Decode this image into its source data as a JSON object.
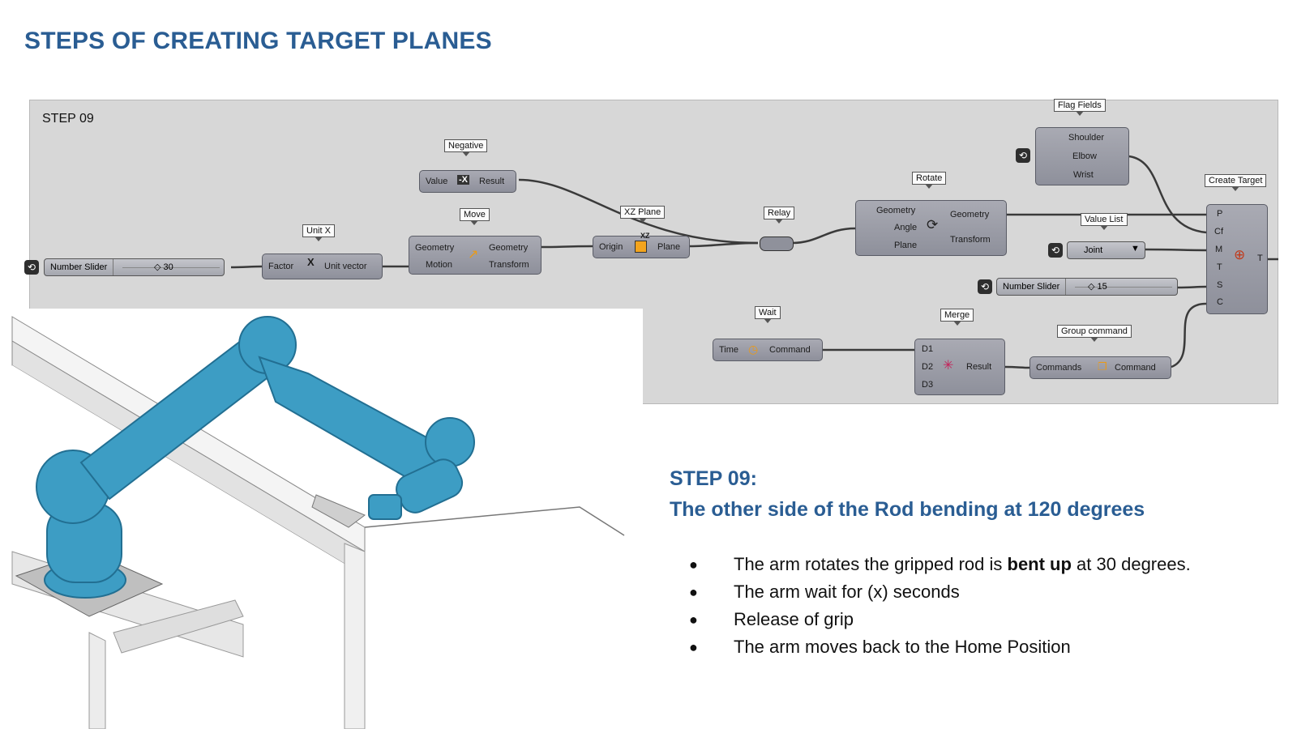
{
  "page": {
    "title": "STEPS OF CREATING TARGET PLANES"
  },
  "canvas": {
    "step_label": "STEP 09",
    "tags": {
      "negative": "Negative",
      "unit_x": "Unit X",
      "move": "Move",
      "xz_plane": "XZ Plane",
      "relay": "Relay",
      "rotate": "Rotate",
      "flag_fields": "Flag Fields",
      "create_target": "Create Target",
      "value_list": "Value List",
      "wait": "Wait",
      "merge": "Merge",
      "group_command": "Group command"
    },
    "components": {
      "number_slider_1": {
        "label": "Number Slider",
        "value": "30"
      },
      "unit_x": {
        "in": "Factor",
        "out": "Unit vector",
        "icon": "X"
      },
      "negative": {
        "in": "Value",
        "out": "Result",
        "icon": "-X"
      },
      "move": {
        "in1": "Geometry",
        "in2": "Motion",
        "out1": "Geometry",
        "out2": "Transform"
      },
      "xz_plane": {
        "in": "Origin",
        "out": "Plane",
        "icon": "XZ"
      },
      "rotate": {
        "in1": "Geometry",
        "in2": "Angle",
        "in3": "Plane",
        "out1": "Geometry",
        "out2": "Transform"
      },
      "flag_fields": {
        "items": [
          "Shoulder",
          "Elbow",
          "Wrist"
        ]
      },
      "value_list": {
        "label": "Joint"
      },
      "number_slider_2": {
        "label": "Number Slider",
        "value": "15"
      },
      "create_target": {
        "inputs": [
          "P",
          "Cf",
          "M",
          "T",
          "S",
          "C"
        ],
        "out": "T"
      },
      "wait": {
        "in": "Time",
        "out": "Command"
      },
      "merge": {
        "inputs": [
          "D1",
          "D2",
          "D3"
        ],
        "out": "Result"
      },
      "group_command": {
        "in": "Commands",
        "out": "Command"
      }
    }
  },
  "step": {
    "heading": "STEP 09:",
    "subheading": "The other side of the Rod bending at 120 degrees",
    "bullets": [
      {
        "pre": "The arm rotates the gripped rod is ",
        "bold": "bent up",
        "post": "  at 30 degrees."
      },
      {
        "pre": "The arm wait for (x) seconds",
        "bold": "",
        "post": ""
      },
      {
        "pre": "Release of grip",
        "bold": "",
        "post": ""
      },
      {
        "pre": "The arm moves back to the Home Position",
        "bold": "",
        "post": ""
      }
    ]
  },
  "colors": {
    "accent": "#2a5d93",
    "robot": "#3d9dc4",
    "canvas": "#d7d7d7"
  }
}
